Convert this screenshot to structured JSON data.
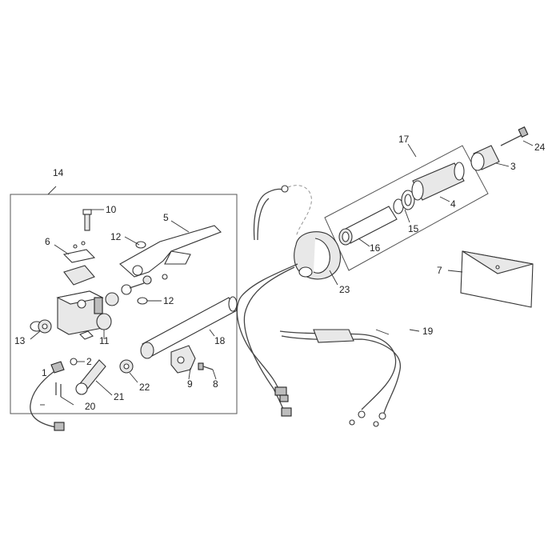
{
  "diagram": {
    "callouts": [
      {
        "id": "c1",
        "text": "1"
      },
      {
        "id": "c2",
        "text": "2"
      },
      {
        "id": "c3",
        "text": "3"
      },
      {
        "id": "c4",
        "text": "4"
      },
      {
        "id": "c5",
        "text": "5"
      },
      {
        "id": "c6",
        "text": "6"
      },
      {
        "id": "c7",
        "text": "7"
      },
      {
        "id": "c8",
        "text": "8"
      },
      {
        "id": "c9",
        "text": "9"
      },
      {
        "id": "c10",
        "text": "10"
      },
      {
        "id": "c11",
        "text": "11"
      },
      {
        "id": "c12a",
        "text": "12"
      },
      {
        "id": "c12b",
        "text": "12"
      },
      {
        "id": "c13",
        "text": "13"
      },
      {
        "id": "c14",
        "text": "14"
      },
      {
        "id": "c15",
        "text": "15"
      },
      {
        "id": "c16",
        "text": "16"
      },
      {
        "id": "c17",
        "text": "17"
      },
      {
        "id": "c18",
        "text": "18"
      },
      {
        "id": "c19",
        "text": "19"
      },
      {
        "id": "c20",
        "text": "20"
      },
      {
        "id": "c21",
        "text": "21"
      },
      {
        "id": "c22",
        "text": "22"
      },
      {
        "id": "c23",
        "text": "23"
      },
      {
        "id": "c24",
        "text": "24"
      }
    ]
  }
}
